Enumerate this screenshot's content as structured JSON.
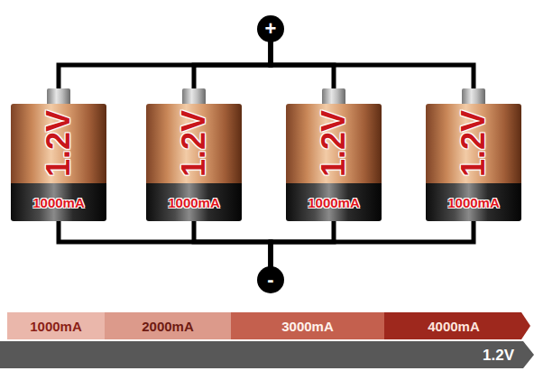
{
  "diagram": {
    "nodes": [
      {
        "text": [
          "+"
        ]
      },
      {
        "text": [
          "1.2V",
          "1000mA"
        ]
      },
      {
        "text": [
          "1.2V",
          "1000mA"
        ]
      },
      {
        "text": [
          "1.2V",
          "1000mA"
        ]
      },
      {
        "text": [
          "1.2V",
          "1000mA"
        ]
      },
      {
        "text": [
          "-"
        ]
      },
      {
        "text": [
          "1000mA"
        ]
      },
      {
        "text": [
          "2000mA"
        ]
      },
      {
        "text": [
          "3000mA"
        ]
      },
      {
        "text": [
          "4000mA"
        ]
      },
      {
        "text": [
          "1.2V"
        ]
      }
    ],
    "edges": [
      {
        "from": 0,
        "to": 1,
        "arrow": "none"
      },
      {
        "from": 0,
        "to": 2,
        "arrow": "none"
      },
      {
        "from": 0,
        "to": 3,
        "arrow": "none"
      },
      {
        "from": 0,
        "to": 4,
        "arrow": "none"
      },
      {
        "from": 1,
        "to": 5,
        "arrow": "none"
      },
      {
        "from": 2,
        "to": 5,
        "arrow": "none"
      },
      {
        "from": 3,
        "to": 5,
        "arrow": "none"
      },
      {
        "from": 4,
        "to": 5,
        "arrow": "none"
      }
    ]
  }
}
